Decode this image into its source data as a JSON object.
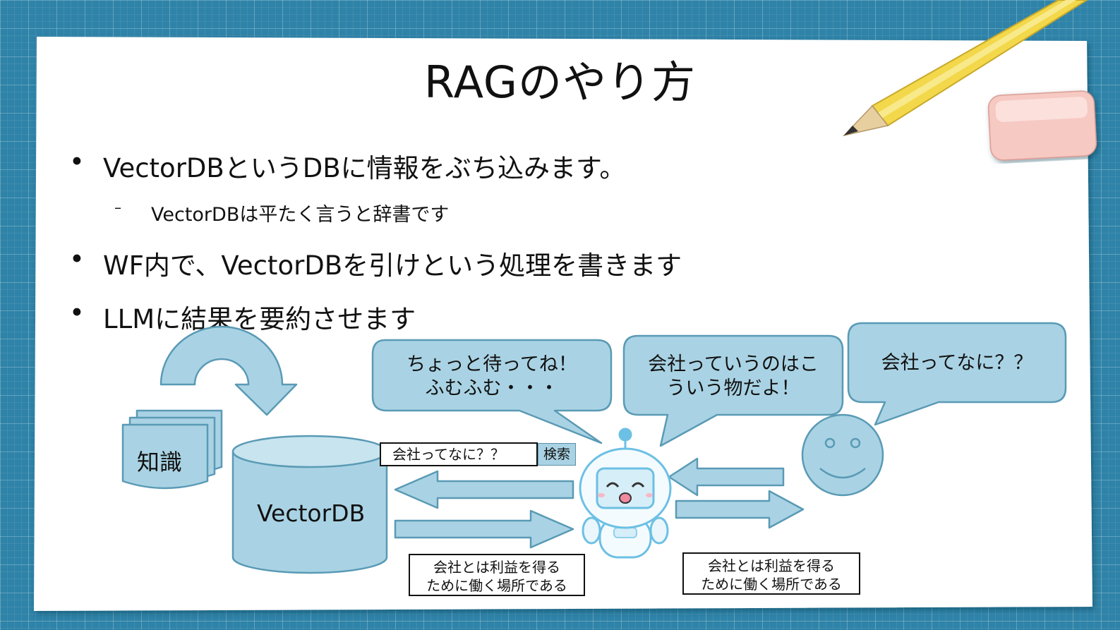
{
  "slide": {
    "title": "RAGのやり方",
    "bullets": [
      "VectorDBというDBに情報をぶち込みます。",
      "WF内で、VectorDBを引けという処理を書きます",
      "LLMに結果を要約させます"
    ],
    "sub_bullet": "VectorDBは平たく言うと辞書です",
    "bullet_mark": "•",
    "sub_mark": "–"
  },
  "diagram": {
    "knowledge_label": "知識",
    "database_label": "VectorDB",
    "search_query": "会社ってなに？？",
    "search_button": "検索",
    "result_line1": "会社とは利益を得る",
    "result_line2": "ために働く場所である",
    "bubble_robot_wait": [
      "ちょっと待ってね！",
      "ふむふむ・・・"
    ],
    "bubble_robot_answer": [
      "会社っていうのはこ",
      "ういう物だよ！"
    ],
    "bubble_user_question": "会社ってなに？？"
  },
  "colors": {
    "background": "#2f83a8",
    "diagram_fill": "#a9d3e4",
    "diagram_stroke": "#5a9ab5",
    "pencil": "#f2d84a",
    "eraser": "#f6c9c2"
  },
  "icons": [
    "pencil-icon",
    "eraser-icon",
    "robot-icon",
    "smiley-face-icon",
    "curved-arrow-icon",
    "document-stack-icon",
    "cylinder-database-icon"
  ]
}
